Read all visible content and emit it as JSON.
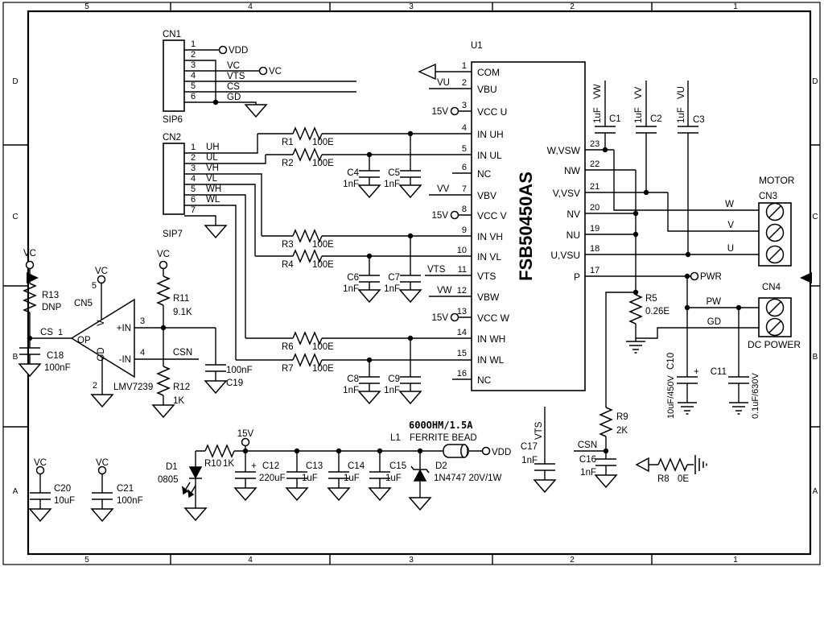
{
  "frame": {
    "cols": [
      "5",
      "4",
      "3",
      "2",
      "1"
    ],
    "rows": [
      "D",
      "C",
      "B",
      "A"
    ]
  },
  "nets": {
    "vdd": "VDD",
    "vc": "VC",
    "v15": "15V",
    "vu": "VU",
    "vv": "VV",
    "vw": "VW",
    "vts": "VTS",
    "cs": "CS",
    "csn": "CSN",
    "pwr": "PWR"
  },
  "symbols": {
    "plus": "+"
  },
  "connectors": {
    "cn1": {
      "ref": "CN1",
      "pkg": "SIP6",
      "pin_numbers": [
        "1",
        "2",
        "3",
        "4",
        "5",
        "6"
      ],
      "pin_labels": [
        "VC",
        "VTS",
        "CS",
        "GD"
      ]
    },
    "cn2": {
      "ref": "CN2",
      "pkg": "SIP7",
      "pin_numbers": [
        "1",
        "2",
        "3",
        "4",
        "5",
        "6",
        "7"
      ],
      "pin_labels": [
        "UH",
        "UL",
        "VH",
        "VL",
        "WH",
        "WL"
      ]
    },
    "cn3": {
      "ref": "CN3",
      "title": "MOTOR",
      "pin_labels": [
        "W",
        "V",
        "U"
      ]
    },
    "cn4": {
      "ref": "CN4",
      "title": "DC POWER",
      "pin_labels": [
        "PW",
        "GD"
      ]
    },
    "cn5": {
      "ref": "CN5",
      "part": "LMV7239",
      "labels": {
        "out": "OP",
        "v": "V",
        "gnd": "GD",
        "inp": "+IN",
        "inn": "-IN"
      },
      "pins": {
        "out": "1",
        "gnd": "2",
        "inp": "3",
        "inn": "4",
        "v": "5"
      }
    }
  },
  "u1": {
    "ref": "U1",
    "part": "FSB50450AS",
    "left_pins": [
      [
        "1",
        "COM"
      ],
      [
        "2",
        "VBU"
      ],
      [
        "3",
        "VCC U"
      ],
      [
        "4",
        "IN UH"
      ],
      [
        "5",
        "IN UL"
      ],
      [
        "6",
        "NC"
      ],
      [
        "7",
        "VBV"
      ],
      [
        "8",
        "VCC V"
      ],
      [
        "9",
        "IN VH"
      ],
      [
        "10",
        "IN VL"
      ],
      [
        "11",
        "VTS"
      ],
      [
        "12",
        "VBW"
      ],
      [
        "13",
        "VCC W"
      ],
      [
        "14",
        "IN WH"
      ],
      [
        "15",
        "IN WL"
      ],
      [
        "16",
        "NC"
      ]
    ],
    "right_pins": [
      [
        "23",
        "W,VSW"
      ],
      [
        "22",
        "NW"
      ],
      [
        "21",
        "V,VSV"
      ],
      [
        "20",
        "NV"
      ],
      [
        "19",
        "NU"
      ],
      [
        "18",
        "U,VSU"
      ],
      [
        "17",
        "P"
      ]
    ]
  },
  "resistors": {
    "r1": [
      "R1",
      "100E"
    ],
    "r2": [
      "R2",
      "100E"
    ],
    "r3": [
      "R3",
      "100E"
    ],
    "r4": [
      "R4",
      "100E"
    ],
    "r5": [
      "R5",
      "0.26E"
    ],
    "r6": [
      "R6",
      "100E"
    ],
    "r7": [
      "R7",
      "100E"
    ],
    "r8": [
      "R8",
      "0E"
    ],
    "r9": [
      "R9",
      "2K"
    ],
    "r10": [
      "R10",
      "1K"
    ],
    "r11": [
      "R11",
      "9.1K"
    ],
    "r12": [
      "R12",
      "1K"
    ],
    "r13": [
      "R13",
      "DNP"
    ]
  },
  "capacitors": {
    "c1": [
      "C1",
      "1uF"
    ],
    "c2": [
      "C2",
      "1uF"
    ],
    "c3": [
      "C3",
      "1uF"
    ],
    "c4": [
      "C4",
      "1nF"
    ],
    "c5": [
      "C5",
      "1nF"
    ],
    "c6": [
      "C6",
      "1nF"
    ],
    "c7": [
      "C7",
      "1nF"
    ],
    "c8": [
      "C8",
      "1nF"
    ],
    "c9": [
      "C9",
      "1nF"
    ],
    "c10": [
      "C10",
      "10uF/450V"
    ],
    "c11": [
      "C11",
      "0.1uF/630V"
    ],
    "c12": [
      "C12",
      "220uF"
    ],
    "c13": [
      "C13",
      "1uF"
    ],
    "c14": [
      "C14",
      "1uF"
    ],
    "c15": [
      "C15",
      "1uF"
    ],
    "c16": [
      "C16",
      "1nF"
    ],
    "c17": [
      "C17",
      "1nF"
    ],
    "c18": [
      "C18",
      "100nF"
    ],
    "c19": [
      "C19",
      "100nF"
    ],
    "c20": [
      "C20",
      "10uF"
    ],
    "c21": [
      "C21",
      "100nF"
    ]
  },
  "diodes": {
    "d1": [
      "D1",
      "0805"
    ],
    "d2": [
      "D2",
      "1N4747 20V/1W"
    ]
  },
  "inductors": {
    "l1": [
      "L1",
      "FERRITE BEAD",
      "600OHM/1.5A"
    ]
  }
}
